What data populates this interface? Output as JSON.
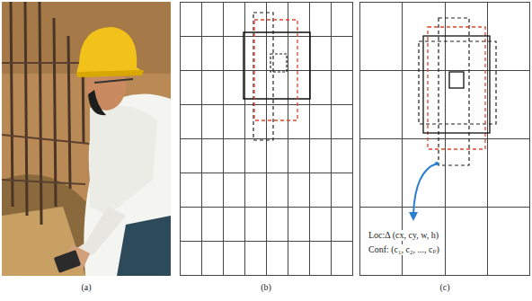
{
  "diagram": {
    "labels": [
      "(a)",
      "(b)",
      "(c)",
      "Loc:Δ (cx, cy, w, h)",
      "Conf: (c₁, c₂, ..., cₚ)"
    ]
  }
}
